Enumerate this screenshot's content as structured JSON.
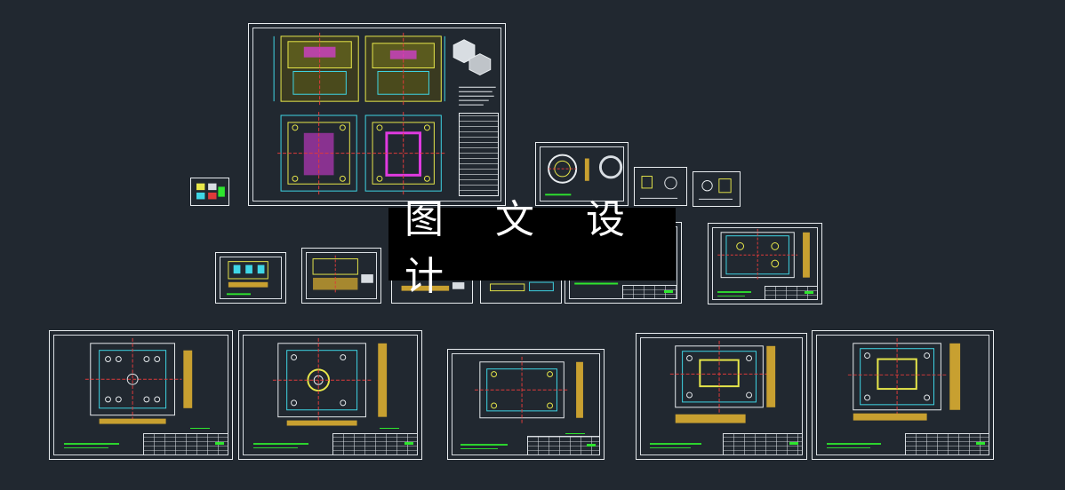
{
  "app": {
    "background": "#212830"
  },
  "watermark": {
    "text": "图 文 设 计",
    "background": "#000000",
    "color": "#ffffff"
  },
  "colors": {
    "border": "#e8ecef",
    "outline_yellow": "#e8e84a",
    "dimension_cyan": "#3fd6e6",
    "centerline_red": "#e03a3a",
    "part_magenta": "#e03ae0",
    "note_green": "#2ee62e",
    "hatch_orange": "#c8a030"
  },
  "sheets": [
    {
      "name": "assembly-drawing",
      "kind": "assembly"
    },
    {
      "name": "small-3d-view-sheet",
      "kind": "tiny"
    },
    {
      "name": "ring-part-sheet",
      "kind": "ring"
    },
    {
      "name": "small-part-sheet-a",
      "kind": "small"
    },
    {
      "name": "small-part-sheet-b",
      "kind": "small"
    },
    {
      "name": "part-sheet-row2-1",
      "kind": "mini"
    },
    {
      "name": "part-sheet-row2-2",
      "kind": "mini"
    },
    {
      "name": "part-sheet-row2-3",
      "kind": "mini"
    },
    {
      "name": "part-sheet-row2-4",
      "kind": "mini"
    },
    {
      "name": "part-sheet-row2-5",
      "kind": "mini"
    },
    {
      "name": "plate-sheet-row2-6",
      "kind": "plate"
    },
    {
      "name": "plate-sheet-row3-1",
      "kind": "plate-holes"
    },
    {
      "name": "plate-sheet-row3-2",
      "kind": "plate-center"
    },
    {
      "name": "plate-sheet-row3-3",
      "kind": "plate"
    },
    {
      "name": "plate-sheet-row3-4",
      "kind": "plate-complex"
    },
    {
      "name": "plate-sheet-row3-5",
      "kind": "plate-complex"
    }
  ]
}
